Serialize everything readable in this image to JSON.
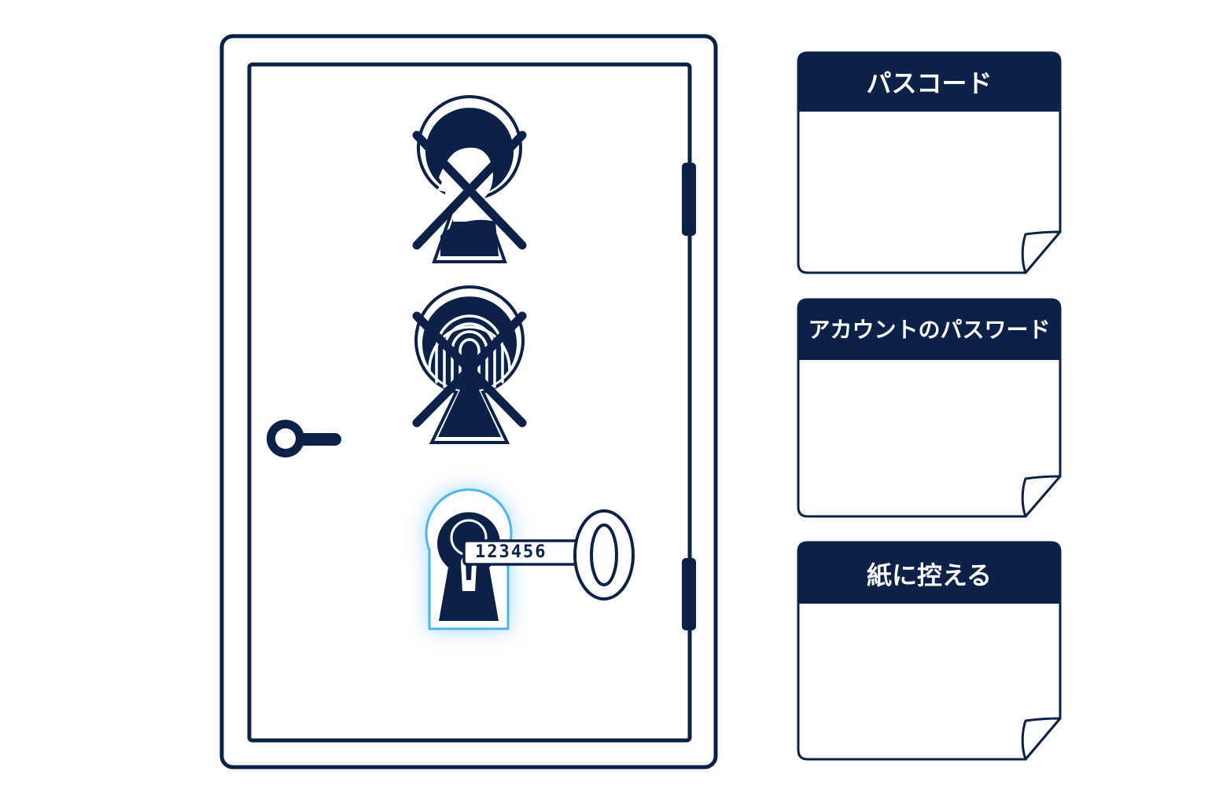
{
  "colors": {
    "navy": "#0b2148",
    "glow": "#4cb3ef",
    "paper": "#ffffff"
  },
  "door": {
    "lock_options": [
      {
        "name": "face-recognition-lock",
        "icon": "face-keyhole-icon",
        "status": "crossed-out"
      },
      {
        "name": "fingerprint-lock",
        "icon": "fingerprint-keyhole-icon",
        "status": "crossed-out"
      },
      {
        "name": "passcode-key-lock",
        "icon": "keyhole-key-icon",
        "status": "highlighted"
      }
    ],
    "key": {
      "code": "123456"
    }
  },
  "notes": [
    {
      "title": "パスコード"
    },
    {
      "title": "アカウントのパスワード"
    },
    {
      "title": "紙に控える"
    }
  ]
}
